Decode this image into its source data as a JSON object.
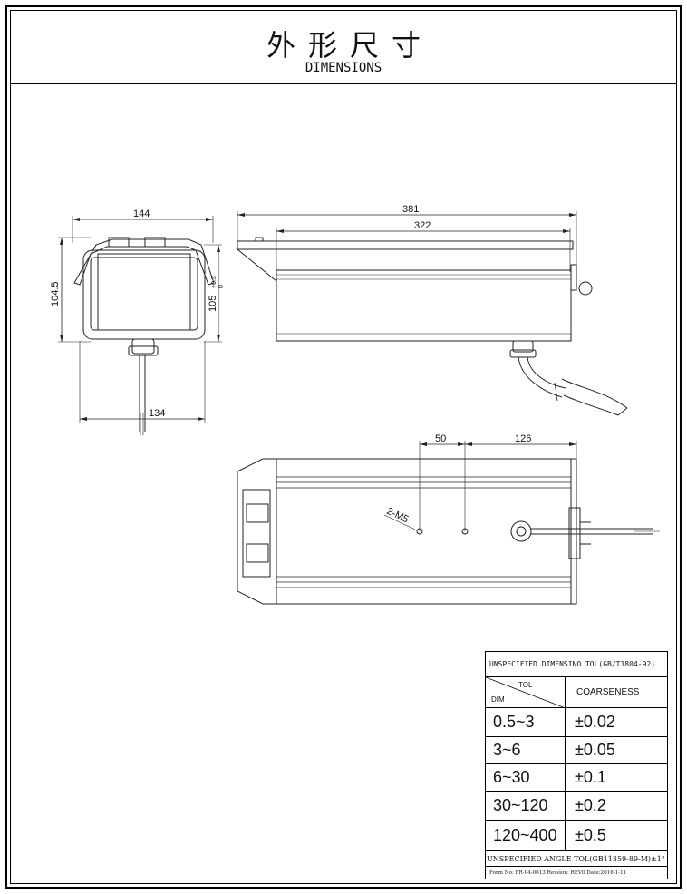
{
  "header": {
    "title_cn": "外形尺寸",
    "title_en": "DIMENSIONS"
  },
  "dimensions": {
    "front_width": "144",
    "front_height": "104.5",
    "front_inner_height": "105",
    "front_tol_upper": "+0.3",
    "front_tol_lower": "0",
    "front_bottom_width": "134",
    "side_overall_length": "381",
    "side_body_length": "322",
    "bottom_spacing_a": "50",
    "bottom_spacing_b": "126",
    "thread_label": "2-M5"
  },
  "tolerance_table": {
    "title": "UNSPECIFIED DIMENSINO TOL(GB/T1804-92)",
    "header_tol": "TOL",
    "header_dim": "DIM",
    "header_coarseness": "COARSENESS",
    "rows": [
      {
        "range": "0.5~3",
        "tol": "±0.02"
      },
      {
        "range": "3~6",
        "tol": "±0.05"
      },
      {
        "range": "6~30",
        "tol": "±0.1"
      },
      {
        "range": "30~120",
        "tol": "±0.2"
      },
      {
        "range": "120~400",
        "tol": "±0.5"
      }
    ],
    "angle_note": "UNSPECIFIED ANGLE TOL(GB11359-89-M)±1°",
    "form_note": "Form No: FR-04-0013 Revsion: REV0  Date:2016-1-11"
  }
}
